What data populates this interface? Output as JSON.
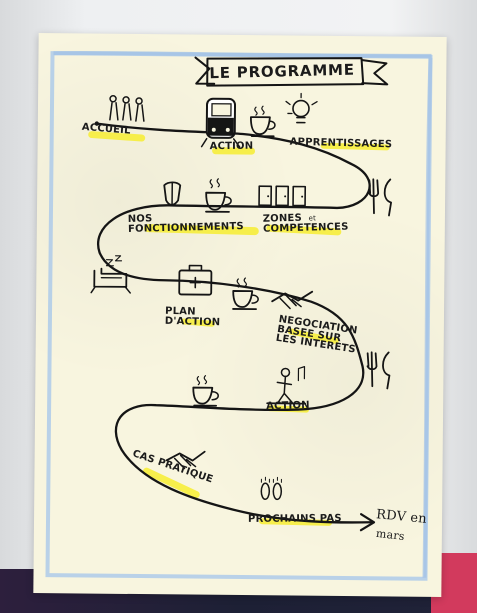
{
  "photo": {
    "board": {
      "title": "LE PROGRAMME",
      "labels": {
        "accueil": "ACCUEIL",
        "action_1": "ACTION",
        "apprentissages": "APPRENTISSAGES",
        "nos_fonctionnements": [
          "NOS",
          "FONCTIONNEMENTS"
        ],
        "zones_competences": [
          "ZONES",
          "COMPETENCES"
        ],
        "zones_et": "et",
        "plan_action": [
          "PLAN",
          "D'ACTION"
        ],
        "negociation": [
          "NEGOCIATION",
          "BASEE SUR",
          "LES INTERETS"
        ],
        "action_2": "ACTION",
        "cas_pratique": "CAS PRATIQUE",
        "prochains_pas": "PROCHAINS PAS",
        "rdv": "RDV en",
        "mars": "mars"
      }
    },
    "colors": {
      "wall": "#eef0f2",
      "paper": "#f8f5df",
      "blue_border": "#a9c8ea",
      "yellow_highlight": "#f7ee32",
      "ink": "#151515",
      "floor_purple": "#2d1f3d",
      "floor_pink": "#d23a5d"
    },
    "icons": [
      "people-icon",
      "train-icon",
      "coffee-cup-icon",
      "lightbulb-icon",
      "shield-icon",
      "door-panels-icon",
      "cutlery-icon",
      "bed-icon",
      "first-aid-kit-icon",
      "handshake-icon",
      "speaker-person-icon",
      "footprints-icon"
    ]
  }
}
